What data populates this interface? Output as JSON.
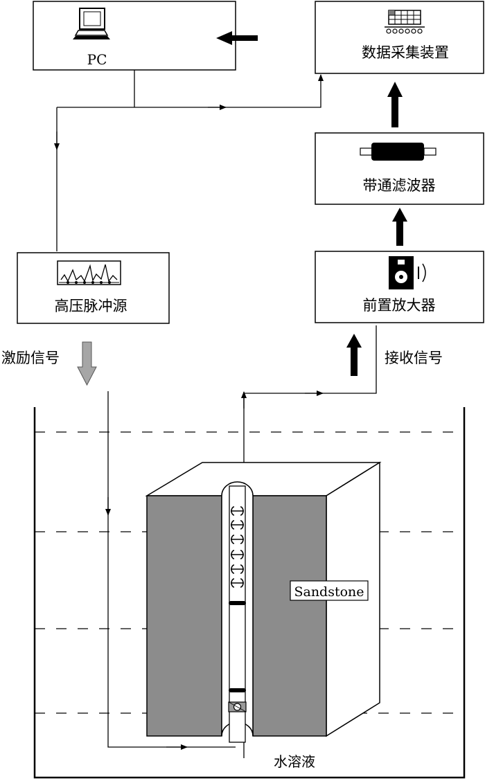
{
  "labels": {
    "pc": "PC",
    "daq": "数据采集装置",
    "bandpass": "带通滤波器",
    "preamp": "前置放大器",
    "pulse_source": "高压脉冲源",
    "excitation_signal": "激励信号",
    "receive_signal": "接收信号",
    "sandstone": "Sandstone",
    "water_solution": "水溶液"
  },
  "icons": {
    "pc": "computer-icon",
    "daq": "data-grid-icon",
    "bandpass": "filter-cylinder-icon",
    "preamp": "speaker-icon",
    "pulse_source": "oscilloscope-icon"
  },
  "colors": {
    "sandstone_face": "#8c8c8c",
    "gray_arrow": "#a6a6a6",
    "line": "#000000"
  }
}
